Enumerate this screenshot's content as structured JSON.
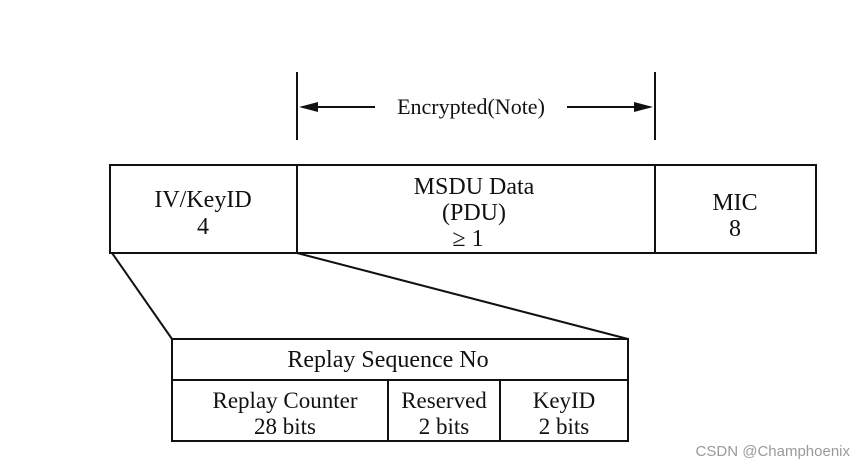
{
  "encrypted_label": "Encrypted(Note)",
  "top_frame": {
    "iv_keyid": {
      "name": "IV/KeyID",
      "size": "4"
    },
    "msdu": {
      "name": "MSDU Data",
      "sub": "(PDU)",
      "size": "≥ 1"
    },
    "mic": {
      "name": "MIC",
      "size": "8"
    }
  },
  "sub_frame": {
    "header": "Replay Sequence No",
    "fields": [
      {
        "name": "Replay Counter",
        "size": "28 bits"
      },
      {
        "name": "Reserved",
        "size": "2 bits"
      },
      {
        "name": "KeyID",
        "size": "2 bits"
      }
    ]
  },
  "watermark": "CSDN @Champhoenix"
}
